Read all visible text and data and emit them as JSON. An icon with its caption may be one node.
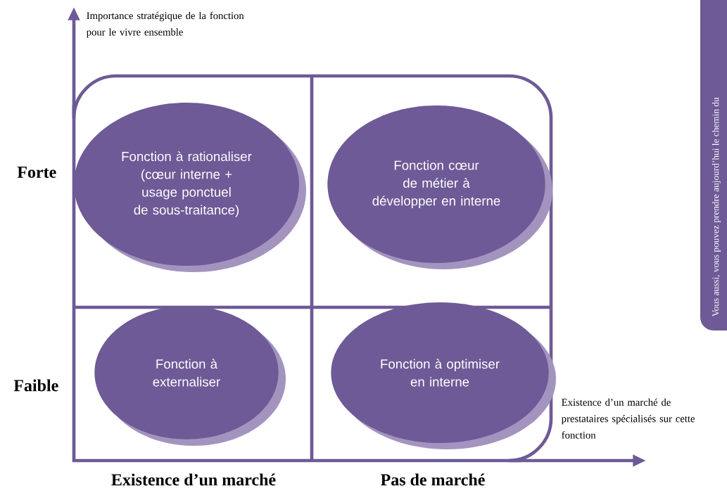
{
  "diagram": {
    "nodes": [
      {
        "text": [
          "Fonction à rationaliser (cœur interne + usage ponctuel de sous-traitance)"
        ]
      },
      {
        "text": [
          "Fonction cœur de métier à développer en interne"
        ]
      },
      {
        "text": [
          "Fonction à externaliser"
        ]
      },
      {
        "text": [
          "Fonction à optimiser en interne"
        ]
      }
    ],
    "labels": [
      "Importance stratégique de la fonction pour le vivre ensemble",
      "Vous aussi, vous pouvez prendre aujourd’hui le chemin du",
      "Forte",
      "Faible",
      "Existence d’un marché de prestataires spécialisés sur cette fonction",
      "Existence d’un marché",
      "Pas de marché"
    ]
  }
}
